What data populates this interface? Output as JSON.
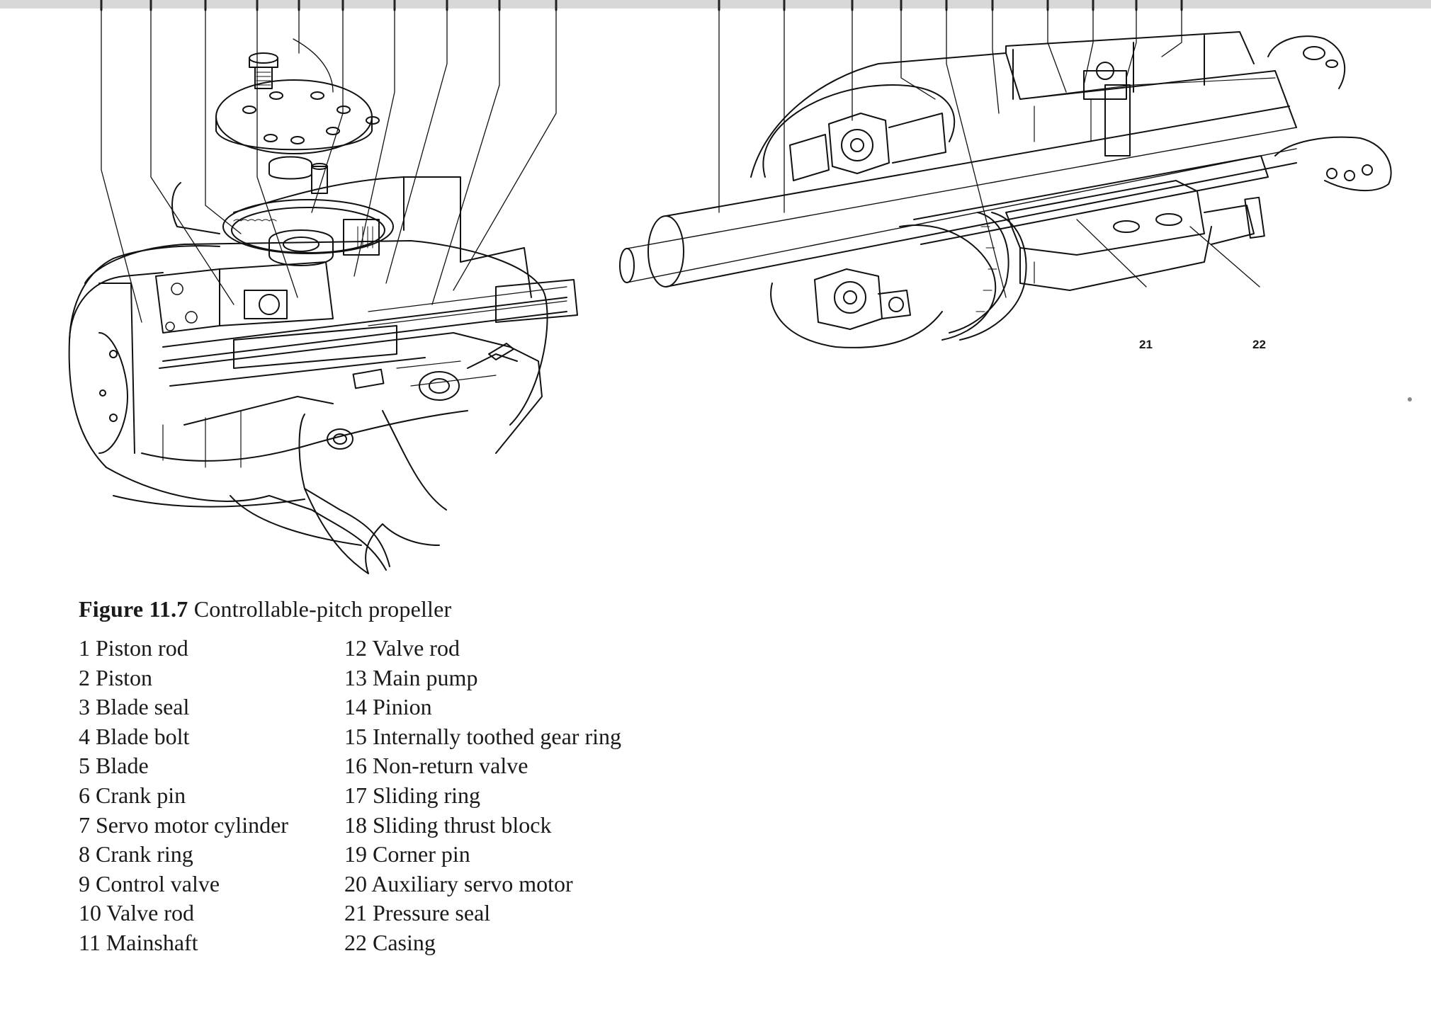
{
  "figure": {
    "number": "Figure 11.7",
    "title": "Controllable-pitch propeller"
  },
  "callouts": [
    "21",
    "22"
  ],
  "legend": {
    "left": [
      "1 Piston rod",
      "2 Piston",
      "3 Blade seal",
      "4 Blade bolt",
      "5 Blade",
      "6 Crank pin",
      "7 Servo motor cylinder",
      "8 Crank ring",
      "9 Control valve",
      "10 Valve rod",
      "11 Mainshaft"
    ],
    "right": [
      "12 Valve rod",
      "13 Main pump",
      "14 Pinion",
      "15 Internally toothed gear ring",
      "16 Non-return valve",
      "17 Sliding ring",
      "18 Sliding thrust block",
      "19 Corner pin",
      "20 Auxiliary servo motor",
      "21 Pressure seal",
      "22 Casing"
    ]
  }
}
